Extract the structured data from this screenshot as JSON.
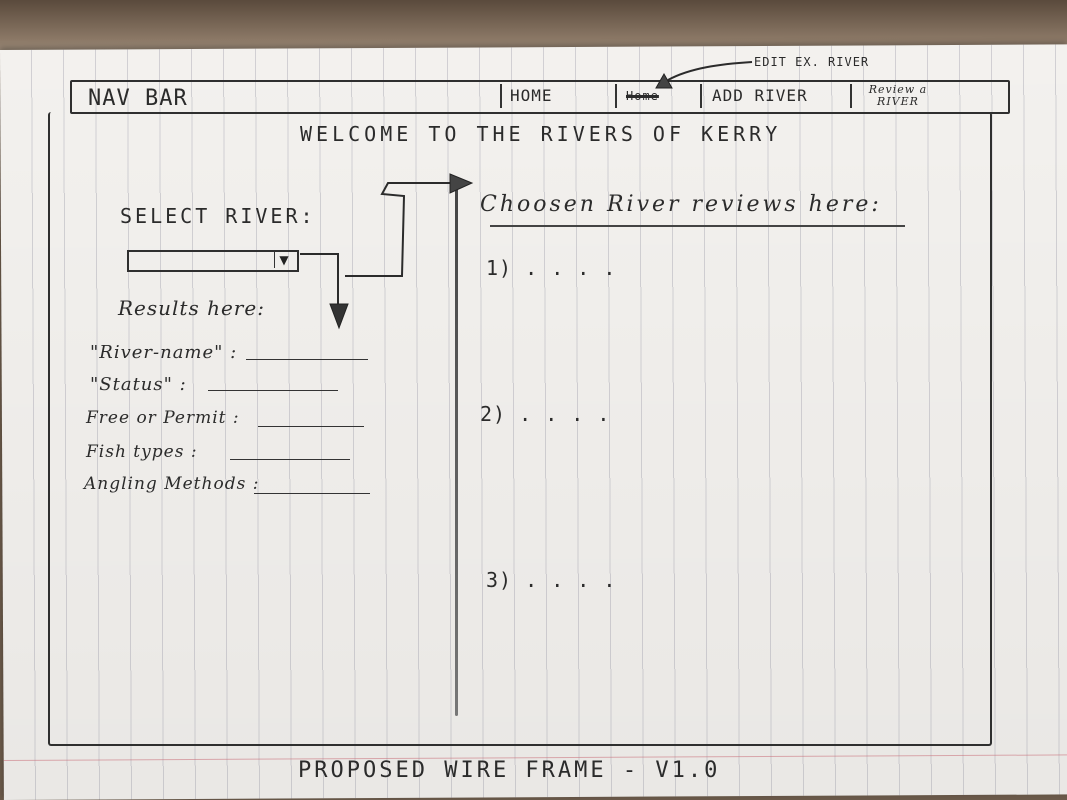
{
  "nav": {
    "bar_label": "NAV BAR",
    "home": "HOME",
    "crossed_item": "Home",
    "add_river": "ADD RIVER",
    "review_river": "Review a RIVER",
    "annotation": "EDIT EX. RIVER"
  },
  "welcome": "WELCOME TO THE RIVERS OF KERRY",
  "left": {
    "select_label": "SELECT RIVER:",
    "select_arrow": "▼",
    "results_heading": "Results here:",
    "fields": [
      "\"River-name\" :",
      "\"Status\" :",
      "Free or Permit :",
      "Fish types :",
      "Angling Methods :"
    ]
  },
  "right": {
    "reviews_heading": "Choosen River reviews here:",
    "items": [
      "1) . . . .",
      "2) . . . .",
      "3) . . . ."
    ]
  },
  "footer": "PROPOSED WIRE FRAME - V1.0"
}
